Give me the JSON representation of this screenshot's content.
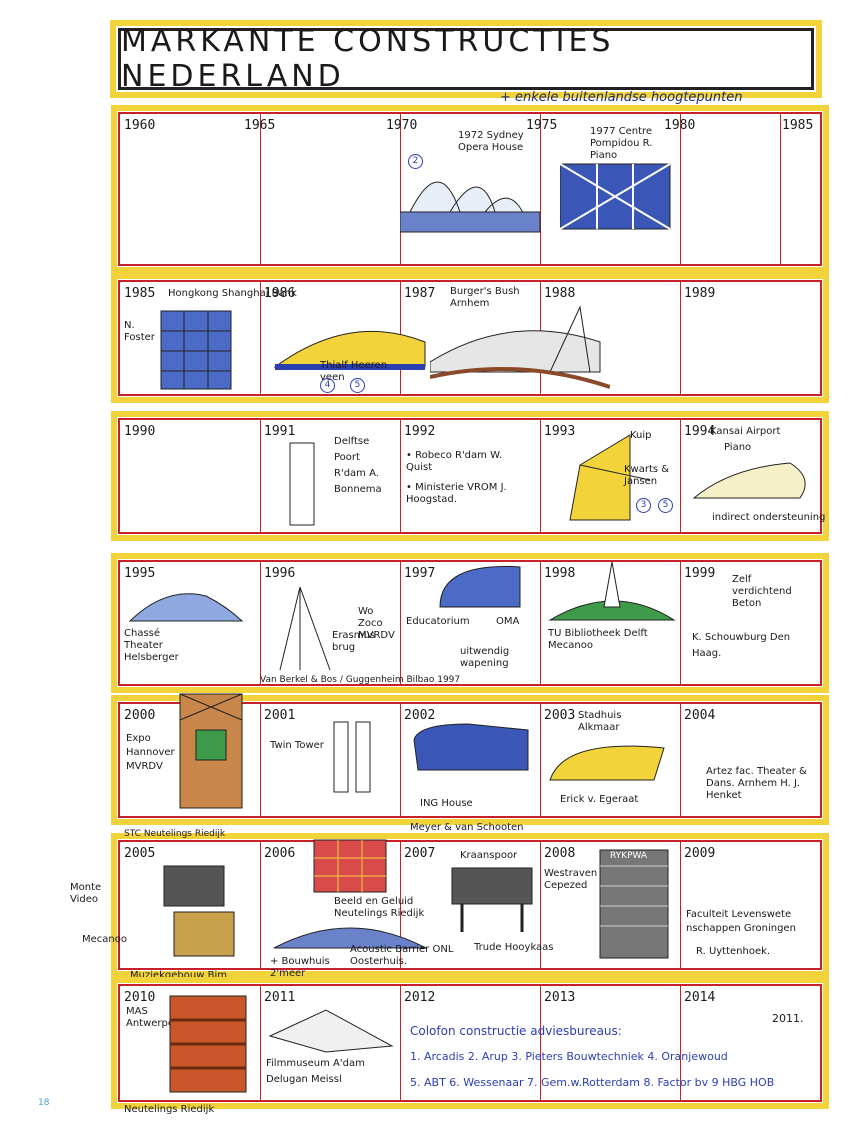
{
  "title": "MARKANTE CONSTRUCTIES NEDERLAND",
  "subtitle": "+ enkele buitenlandse hoogtepunten",
  "page_number": "18",
  "rows": [
    {
      "years": [
        "1960",
        "1965",
        "1970",
        "1975",
        "1980",
        "1985"
      ],
      "labels": [
        "1972 Sydney Opera House",
        "1977 Centre Pompidou R. Piano",
        "2"
      ]
    },
    {
      "years": [
        "1985",
        "1986",
        "1987",
        "1988",
        "1989"
      ],
      "labels": [
        "Hongkong Shanghai Bank",
        "N. Foster",
        "Thialf Heeren veen",
        "Burger's Bush Arnhem",
        "4",
        "5"
      ]
    },
    {
      "years": [
        "1990",
        "1991",
        "1992",
        "1993",
        "1994"
      ],
      "labels": [
        "Delftse Poort R'dam A. Bonnema",
        "• Robeco R'dam W. Quist",
        "• Ministerie VROM J. Hoogstad.",
        "Kuip",
        "Kwarts & Jansen",
        "Kansai Airport",
        "Piano",
        "indirect ondersteuning",
        "3",
        "5"
      ]
    },
    {
      "years": [
        "1995",
        "1996",
        "1997",
        "1998",
        "1999"
      ],
      "labels": [
        "Chassé Theater Helsberger",
        "Erasmus brug",
        "Wo Zoco MVRDV",
        "Educatorium",
        "OMA",
        "uitwendig wapening",
        "Van Berkel & Bos / Guggenheim Bilbao 1997",
        "TU Bibliotheek Delft Mecanoo",
        "Zelf verdichtend Beton",
        "K. Schouwburg Den Haag."
      ]
    },
    {
      "years": [
        "2000",
        "2001",
        "2002",
        "2003",
        "2004"
      ],
      "labels": [
        "Expo Hannover MVRDV",
        "Twin Tower",
        "ING House",
        "Meyer & van Schooten",
        "Stadhuis Alkmaar",
        "Erick v. Egeraat",
        "Artez fac. Theater & Dans. Arnhem H. J. Henket"
      ]
    },
    {
      "years": [
        "2005",
        "2006",
        "2007",
        "2008",
        "2009"
      ],
      "labels": [
        "STC Neutelings Riedijk",
        "Monte Video",
        "Mecanoo",
        "Muziekgebouw Bim",
        "Beeld en Geluid Neutelings Riedijk",
        "+ Bouwhuis 2'meer",
        "Acoustic Barrier ONL Oosterhuis.",
        "Kraanspoor",
        "Trude Hooykaas",
        "Westraven Cepezed",
        "RYKPWA",
        "Faculteit Levenswete nschappen Groningen",
        "R. Uyttenhoek."
      ]
    },
    {
      "years": [
        "2010",
        "2011",
        "2012",
        "2013",
        "2014"
      ],
      "labels": [
        "MAS Antwerpen",
        "Neutelings Riedijk",
        "Filmmuseum A'dam Delugan Meissl"
      ]
    }
  ],
  "colofon": {
    "heading": "Colofon constructie adviesbureaus:",
    "line1": "1. Arcadis 2. Arup 3. Pieters Bouwtechniek 4. Oranjewoud",
    "line2": "5. ABT 6. Wessenaar 7. Gem.w.Rotterdam 8. Factor bv 9 HBG HOB"
  },
  "signature": "2011."
}
